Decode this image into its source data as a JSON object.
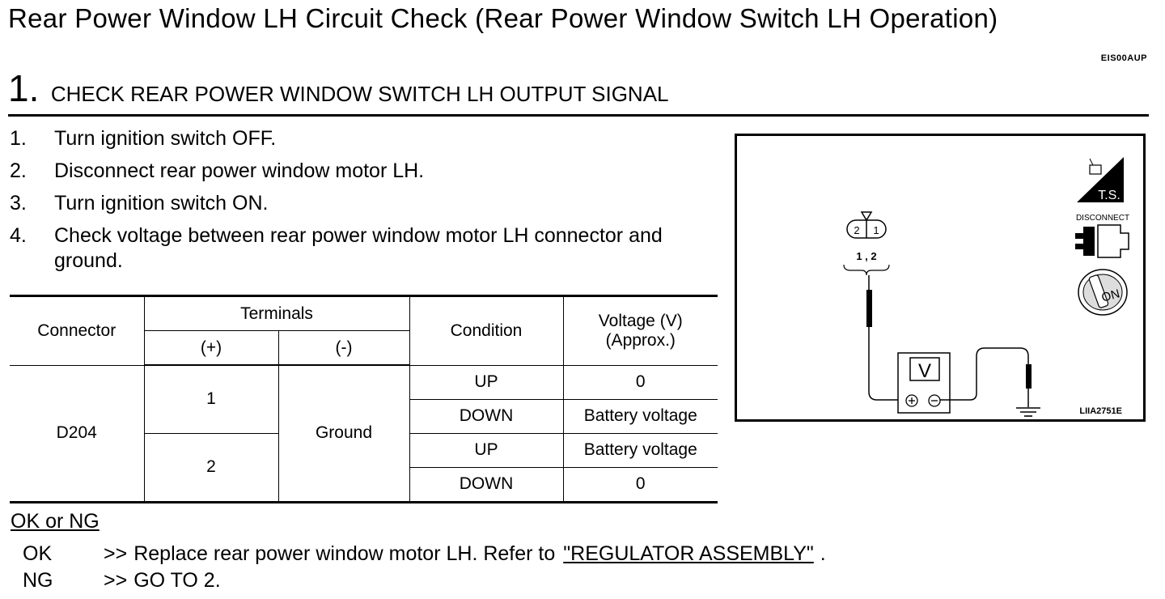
{
  "page": {
    "title": "Rear Power Window LH Circuit Check (Rear Power Window Switch LH Operation)",
    "code": "EIS00AUP"
  },
  "step": {
    "number": "1.",
    "title": "CHECK REAR POWER WINDOW SWITCH LH OUTPUT SIGNAL"
  },
  "instructions": [
    {
      "num": "1.",
      "text": "Turn ignition switch OFF."
    },
    {
      "num": "2.",
      "text": "Disconnect rear power window motor LH."
    },
    {
      "num": "3.",
      "text": "Turn ignition switch ON."
    },
    {
      "num": "4.",
      "text": "Check voltage between rear power window motor LH connector and ground."
    }
  ],
  "table": {
    "headers": {
      "connector": "Connector",
      "terminals": "Terminals",
      "plus": "(+)",
      "minus": "(-)",
      "condition": "Condition",
      "voltage": "Voltage (V) (Approx.)"
    },
    "connector": "D204",
    "minus_terminal": "Ground",
    "rows": [
      {
        "terminal": "1",
        "conditions": [
          {
            "condition": "UP",
            "voltage": "0"
          },
          {
            "condition": "DOWN",
            "voltage": "Battery voltage"
          }
        ]
      },
      {
        "terminal": "2",
        "conditions": [
          {
            "condition": "UP",
            "voltage": "Battery voltage"
          },
          {
            "condition": "DOWN",
            "voltage": "0"
          }
        ]
      }
    ]
  },
  "result": {
    "label": "OK or NG",
    "ok": {
      "key": "OK",
      "arrow": ">>",
      "text": "Replace rear power window motor LH. Refer to",
      "link": "\"REGULATOR ASSEMBLY\"",
      "end": "."
    },
    "ng": {
      "key": "NG",
      "arrow": ">>",
      "text": "GO TO 2."
    }
  },
  "figure": {
    "id": "LIIA2751E",
    "connector_pins": [
      "2",
      "1"
    ],
    "pin_label": "1 , 2",
    "meter_label": "V",
    "ts_label": "T.S.",
    "disconnect_label": "DISCONNECT",
    "on_label": "ON",
    "icons": [
      "connector-icon",
      "voltmeter-icon",
      "ground-icon",
      "ts-icon",
      "disconnect-icon",
      "ignition-on-icon"
    ]
  }
}
